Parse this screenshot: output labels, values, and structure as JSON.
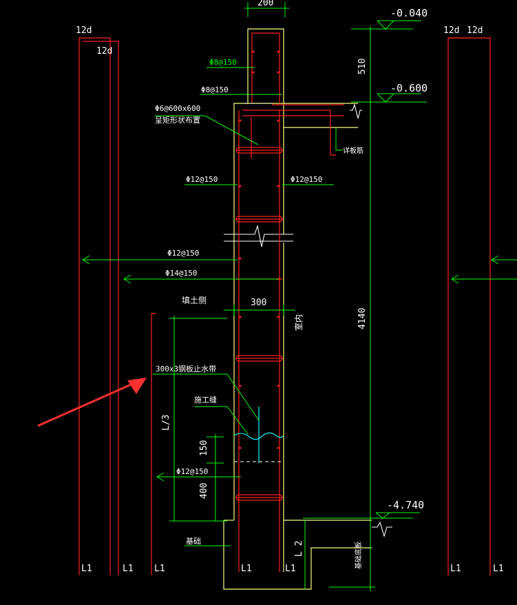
{
  "elevations": {
    "top": "-0.040",
    "slab": "-0.600",
    "bottom": "-4.740"
  },
  "dimensions": {
    "top_width": "200",
    "upper_height": "510",
    "total_height": "4140",
    "wall_width": "300",
    "lap_150": "150",
    "lap_400": "400",
    "l2": "L 2",
    "l3": "L/3"
  },
  "anchor": {
    "left_outer": "12d",
    "left_inner": "12d",
    "right_outer": "12d",
    "right_inner": "12d"
  },
  "rebar": {
    "top_stirrup": "Φ8@150",
    "top_horizontal": "Φ8@150",
    "tie_label1": "Φ6@600x600",
    "tie_label2": "呈矩形状布置",
    "vertical_left": "Φ12@150",
    "vertical_right": "Φ12@150",
    "long_left": "Φ12@150",
    "long_left2": "Φ14@150",
    "bottom_left": "Φ12@150"
  },
  "labels": {
    "soil_side": "填土侧",
    "indoor": "室内",
    "waterstop": "300x3钢板止水带",
    "construction_joint": "施工缝",
    "slab_rebar": "详板筋",
    "foundation": "基础",
    "foundation_slab": "基础底板"
  },
  "length_markers": [
    "L1",
    "L1",
    "L1",
    "L1",
    "L1",
    "L1",
    "L1"
  ],
  "colors": {
    "red": "#ff2020",
    "green": "#00ff00",
    "yellow": "#ffff80",
    "white": "#ffffff",
    "cyan": "#00ffff"
  }
}
